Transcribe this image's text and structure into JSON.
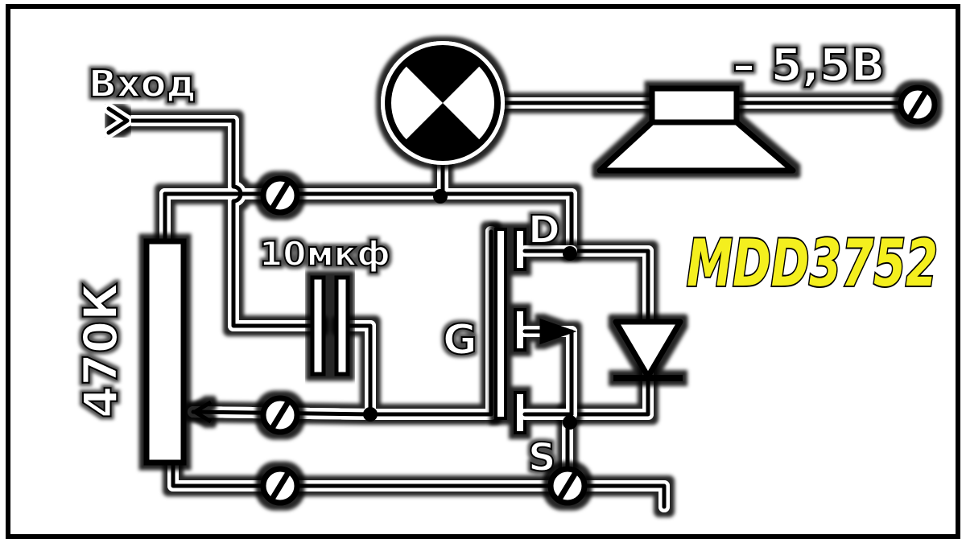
{
  "labels": {
    "input": "Вход",
    "voltage": "– 5,5В",
    "capacitor": "10мкф",
    "resistor": "470К",
    "drain": "D",
    "gate": "G",
    "source": "S",
    "part_number": "MDD3752"
  },
  "colors": {
    "wire": "#000000",
    "halo": "#ffffff",
    "frame": "#000000",
    "part_number_fill": "#f4ef1e",
    "background": "#ffffff"
  },
  "icons": [
    "lamp-icon",
    "speaker-icon",
    "terminal-icon",
    "ground-icon",
    "diode-icon",
    "mosfet-icon"
  ]
}
